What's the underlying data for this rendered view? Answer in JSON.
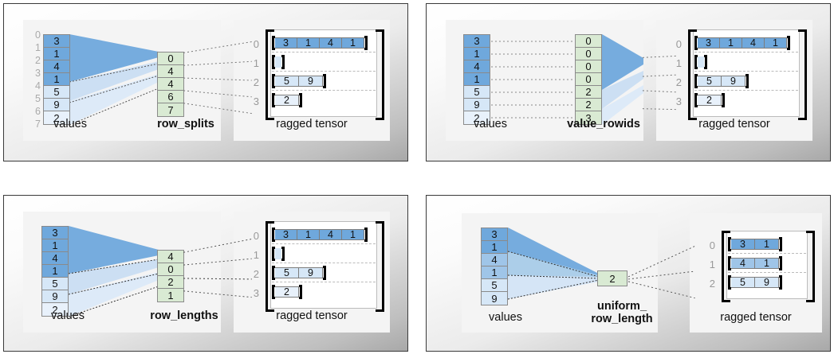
{
  "colors": {
    "dark_blue": "#6fa8dc",
    "mid_blue": "#9fc5e8",
    "light_blue": "#d6e7f7",
    "xlight_blue": "#e8f1fb",
    "green": "#d9ead3",
    "panel_border": "#3a3a3a",
    "index_gray": "#aaaaaa"
  },
  "common": {
    "values_label": "values",
    "ragged_label": "ragged tensor"
  },
  "panels": [
    {
      "id": "row_splits",
      "encoding_label": "row_splits",
      "values": [
        "3",
        "1",
        "4",
        "1",
        "5",
        "9",
        "2"
      ],
      "value_shades": [
        "dark",
        "dark",
        "dark",
        "dark",
        "light",
        "light",
        "xlight"
      ],
      "value_indices": [
        "0",
        "1",
        "2",
        "3",
        "4",
        "5",
        "6",
        "7"
      ],
      "show_value_indices": true,
      "encoding": [
        "0",
        "4",
        "4",
        "6",
        "7"
      ],
      "ragged_row_indices": [
        "0",
        "1",
        "2",
        "3"
      ],
      "ragged_rows": [
        {
          "cells": [
            "3",
            "1",
            "4",
            "1"
          ],
          "shade": "dark"
        },
        {
          "cells": [],
          "shade": "light"
        },
        {
          "cells": [
            "5",
            "9"
          ],
          "shade": "light"
        },
        {
          "cells": [
            "2"
          ],
          "shade": "xlight"
        }
      ]
    },
    {
      "id": "value_rowids",
      "encoding_label": "value_rowids",
      "values": [
        "3",
        "1",
        "4",
        "1",
        "5",
        "9",
        "2"
      ],
      "value_shades": [
        "dark",
        "dark",
        "dark",
        "dark",
        "light",
        "light",
        "xlight"
      ],
      "value_indices": [],
      "show_value_indices": false,
      "encoding": [
        "0",
        "0",
        "0",
        "0",
        "2",
        "2",
        "3"
      ],
      "ragged_row_indices": [
        "0",
        "1",
        "2",
        "3"
      ],
      "ragged_rows": [
        {
          "cells": [
            "3",
            "1",
            "4",
            "1"
          ],
          "shade": "dark"
        },
        {
          "cells": [],
          "shade": "light"
        },
        {
          "cells": [
            "5",
            "9"
          ],
          "shade": "light"
        },
        {
          "cells": [
            "2"
          ],
          "shade": "xlight"
        }
      ]
    },
    {
      "id": "row_lengths",
      "encoding_label": "row_lengths",
      "values": [
        "3",
        "1",
        "4",
        "1",
        "5",
        "9",
        "2"
      ],
      "value_shades": [
        "dark",
        "dark",
        "dark",
        "dark",
        "light",
        "light",
        "xlight"
      ],
      "value_indices": [],
      "show_value_indices": false,
      "encoding": [
        "4",
        "0",
        "2",
        "1"
      ],
      "ragged_row_indices": [
        "0",
        "1",
        "2",
        "3"
      ],
      "ragged_rows": [
        {
          "cells": [
            "3",
            "1",
            "4",
            "1"
          ],
          "shade": "dark"
        },
        {
          "cells": [],
          "shade": "light"
        },
        {
          "cells": [
            "5",
            "9"
          ],
          "shade": "light"
        },
        {
          "cells": [
            "2"
          ],
          "shade": "xlight"
        }
      ]
    },
    {
      "id": "uniform_row_length",
      "encoding_label_line1": "uniform_",
      "encoding_label_line2": "row_length",
      "values": [
        "3",
        "1",
        "4",
        "1",
        "5",
        "9"
      ],
      "value_shades": [
        "dark",
        "dark",
        "mid",
        "mid",
        "light",
        "light"
      ],
      "value_indices": [],
      "show_value_indices": false,
      "encoding": [
        "2"
      ],
      "ragged_row_indices": [
        "0",
        "1",
        "2"
      ],
      "ragged_rows": [
        {
          "cells": [
            "3",
            "1"
          ],
          "shade": "dark"
        },
        {
          "cells": [
            "4",
            "1"
          ],
          "shade": "mid"
        },
        {
          "cells": [
            "5",
            "9"
          ],
          "shade": "light"
        }
      ]
    }
  ]
}
